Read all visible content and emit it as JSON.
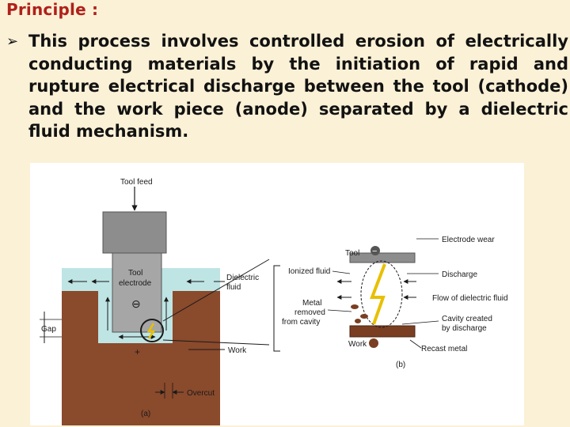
{
  "slide": {
    "title": "Principle :",
    "bullet_text": "This process involves controlled erosion of electrically conducting materials by the initiation of rapid and rupture electrical discharge between the tool (cathode) and the work piece (anode) separated by a dielectric fluid mechanism."
  },
  "figure_a": {
    "tool_feed": "Tool feed",
    "tool_electrode_line1": "Tool",
    "tool_electrode_line2": "electrode",
    "dielectric_line1": "Dielectric",
    "dielectric_line2": "fluid",
    "gap": "Gap",
    "work": "Work",
    "overcut": "Overcut",
    "caption": "(a)",
    "minus_sign": "⊖",
    "plus_sign": "+"
  },
  "figure_b": {
    "tool": "Tool",
    "electrode_wear": "Electrode wear",
    "ionized_fluid": "Ionized fluid",
    "discharge": "Discharge",
    "metal_removed_line1": "Metal",
    "metal_removed_line2": "removed",
    "metal_removed_line3": "from cavity",
    "flow_of_dielectric": "Flow of dielectric fluid",
    "cavity_line1": "Cavity created",
    "cavity_line2": "by discharge",
    "work": "Work",
    "recast_metal": "Recast metal",
    "caption": "(b)",
    "minus_sign": "−",
    "plus_sign": "+"
  },
  "colors": {
    "slide_bg": "#fbf1d6",
    "title": "#b0201a",
    "work_brown": "#8a4a2c",
    "dielectric_blue": "#bfe4e4",
    "tool_gray": "#8d8d8d"
  }
}
